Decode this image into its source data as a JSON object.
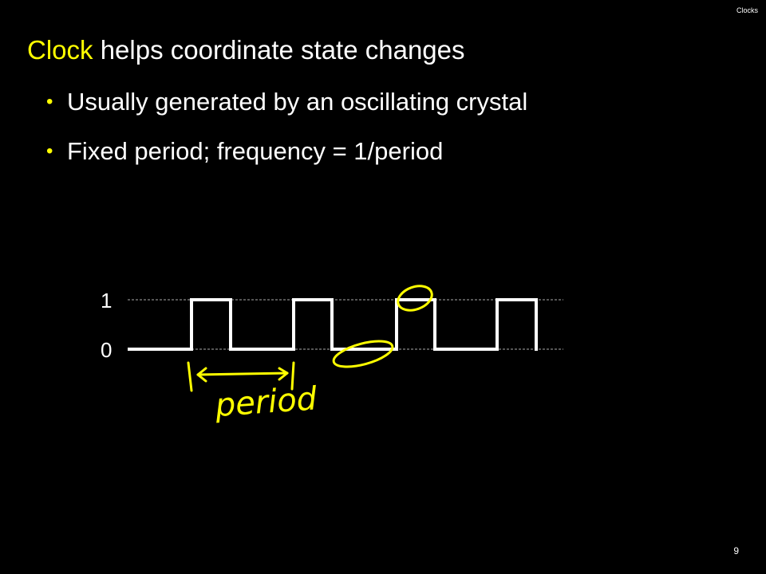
{
  "header": {
    "label": "Clocks"
  },
  "title": {
    "highlight": "Clock",
    "rest": " helps coordinate state changes"
  },
  "bullets": [
    {
      "text": "Usually generated by an oscillating crystal"
    },
    {
      "text": "Fixed period; frequency = 1/period"
    }
  ],
  "diagram": {
    "level_high_label": "1",
    "level_low_label": "0",
    "annotation": "period",
    "colors": {
      "signal": "#ffffff",
      "guide": "#aaaaaa",
      "ink": "#ffff00"
    }
  },
  "footer": {
    "page_number": "9"
  }
}
